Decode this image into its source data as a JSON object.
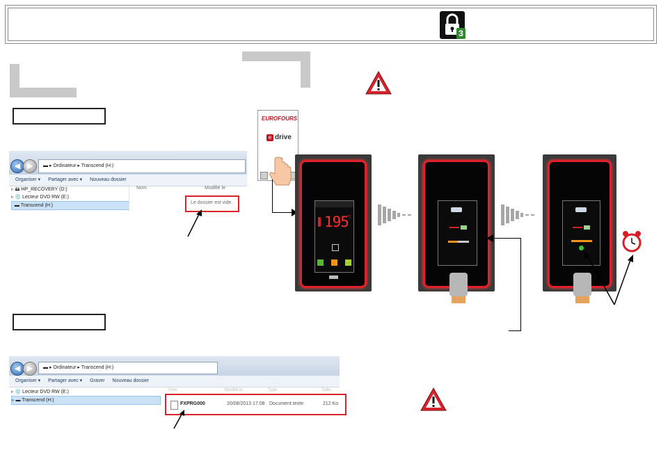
{
  "header": {
    "lock_icon": "lock-icon",
    "lock_level": "3"
  },
  "warnings": {
    "icon": "warning-triangle-icon",
    "color": "#d8232a"
  },
  "explorer1": {
    "nav_back": "back-arrow-icon",
    "address": "▬ ▸ Ordinateur ▸ Transcend (H:)",
    "toolbar": [
      "Organiser ▾",
      "Partager avec ▾",
      "Nouveau dossier"
    ],
    "tree": [
      "HP_RECOVERY (D:)",
      "Lecteur DVD RW (E:)",
      "Transcend (H:)"
    ],
    "columns": [
      "Nom",
      "Modifié le"
    ],
    "empty_message": "Le dossier est vide."
  },
  "explorer2": {
    "address": "▬ ▸ Ordinateur ▸ Transcend (H:)",
    "toolbar": [
      "Organiser ▾",
      "Partager avec ▾",
      "Graver",
      "Nouveau dossier"
    ],
    "tree": [
      "Lecteur DVD RW (E:)",
      "Transcend (H:)"
    ],
    "columns": [
      "Nom",
      "Modifié le",
      "Type",
      "Taille"
    ],
    "file": {
      "name": "FXPRG000",
      "date": "20/08/2013 17:08",
      "type": "Document texte",
      "size": "212 Ko"
    }
  },
  "edrive": {
    "brand": "EUROFOURS",
    "logo_text": "drive"
  },
  "oven1": {
    "temperature": "195",
    "unit": "°C"
  },
  "accent": "#e0202a"
}
